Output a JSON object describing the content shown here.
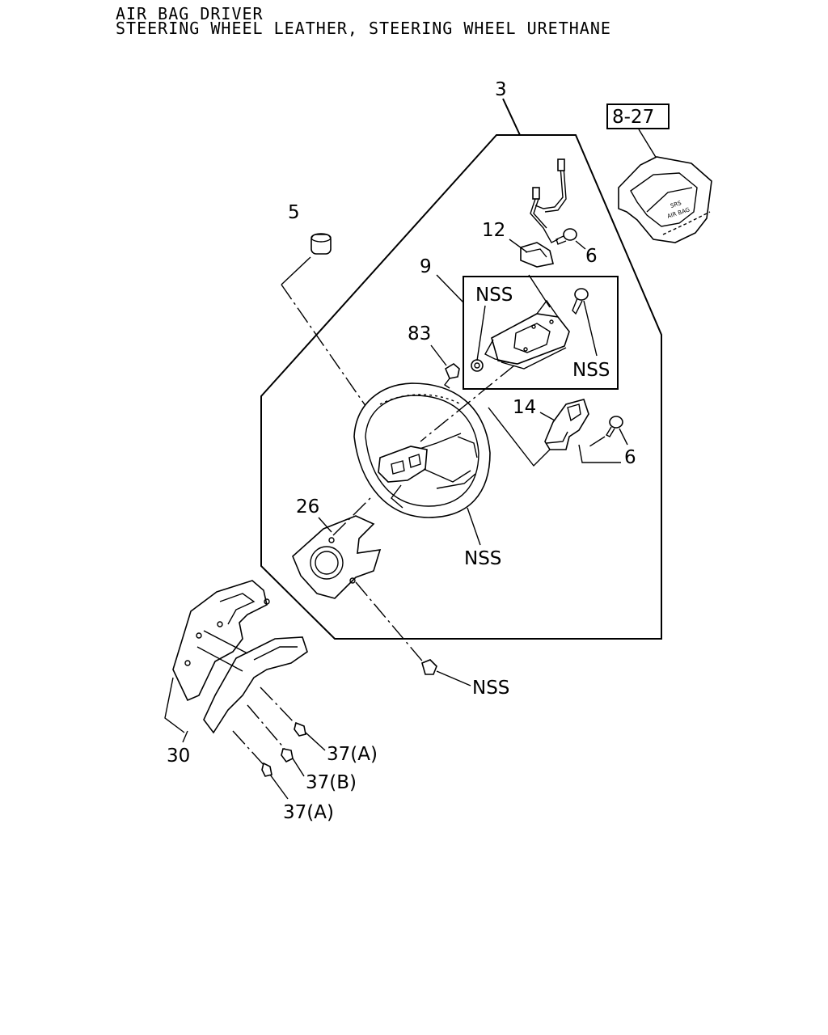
{
  "header": {
    "line1": "AIR BAG DRIVER",
    "line2": "STEERING WHEEL LEATHER, STEERING WHEEL URETHANE"
  },
  "callouts": {
    "c3": "3",
    "c5": "5",
    "c12": "12",
    "c6a": "6",
    "c9": "9",
    "nss_box1": "NSS",
    "nss_box2": "NSS",
    "c83": "83",
    "c14": "14",
    "c6b": "6",
    "c26": "26",
    "nss_wheel": "NSS",
    "nss_bolt": "NSS",
    "c30": "30",
    "c37a_1": "37(A)",
    "c37b": "37(B)",
    "c37a_2": "37(A)"
  },
  "reference_box": {
    "label": "8-27"
  },
  "airbag_cover_text": {
    "line1": "SRS",
    "line2": "AIR BAG"
  }
}
